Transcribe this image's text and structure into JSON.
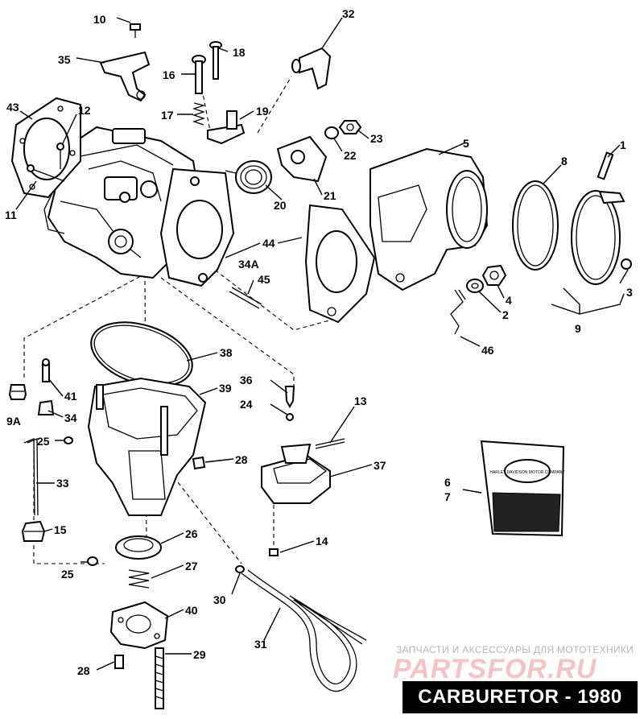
{
  "title": "CARBURETOR - 1980",
  "watermark": {
    "caption": "ЗАПЧАСТИ И АКСЕССУАРЫ ДЛЯ МОТОТЕХНИКИ",
    "logo": "PARTSFOR.RU"
  },
  "badge_text": "HARLEY DAVIDSON MOTOR COMPANY",
  "callouts": {
    "p1": "1",
    "p2": "2",
    "p3": "3",
    "p4": "4",
    "p5": "5",
    "p6": "6",
    "p7": "7",
    "p8": "8",
    "p9": "9",
    "p9a": "9A",
    "p10": "10",
    "p11": "11",
    "p12": "12",
    "p13": "13",
    "p14": "14",
    "p15": "15",
    "p16": "16",
    "p17": "17",
    "p18": "18",
    "p19": "19",
    "p20": "20",
    "p21": "21",
    "p22": "22",
    "p23": "23",
    "p24": "24",
    "p25a": "25",
    "p25b": "25",
    "p26": "26",
    "p27": "27",
    "p28a": "28",
    "p28b": "28",
    "p29": "29",
    "p30": "30",
    "p31": "31",
    "p32": "32",
    "p33": "33",
    "p34": "34",
    "p34a": "34A",
    "p35": "35",
    "p36": "36",
    "p37": "37",
    "p38": "38",
    "p39": "39",
    "p40": "40",
    "p41": "41",
    "p43": "43",
    "p44": "44",
    "p45": "45",
    "p46": "46"
  }
}
